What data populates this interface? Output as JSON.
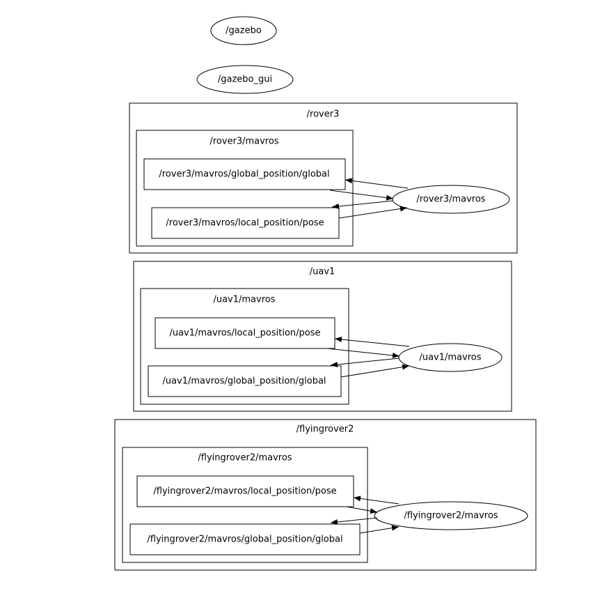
{
  "nodes": {
    "gazebo": "/gazebo",
    "gazebo_gui": "/gazebo_gui"
  },
  "clusters": [
    {
      "namespace": "/rover3",
      "sub_namespace": "/rover3/mavros",
      "topic_a": "/rover3/mavros/global_position/global",
      "topic_b": "/rover3/mavros/local_position/pose",
      "node": "/rover3/mavros"
    },
    {
      "namespace": "/uav1",
      "sub_namespace": "/uav1/mavros",
      "topic_a": "/uav1/mavros/local_position/pose",
      "topic_b": "/uav1/mavros/global_position/global",
      "node": "/uav1/mavros"
    },
    {
      "namespace": "/flyingrover2",
      "sub_namespace": "/flyingrover2/mavros",
      "topic_a": "/flyingrover2/mavros/local_position/pose",
      "topic_b": "/flyingrover2/mavros/global_position/global",
      "node": "/flyingrover2/mavros"
    }
  ]
}
